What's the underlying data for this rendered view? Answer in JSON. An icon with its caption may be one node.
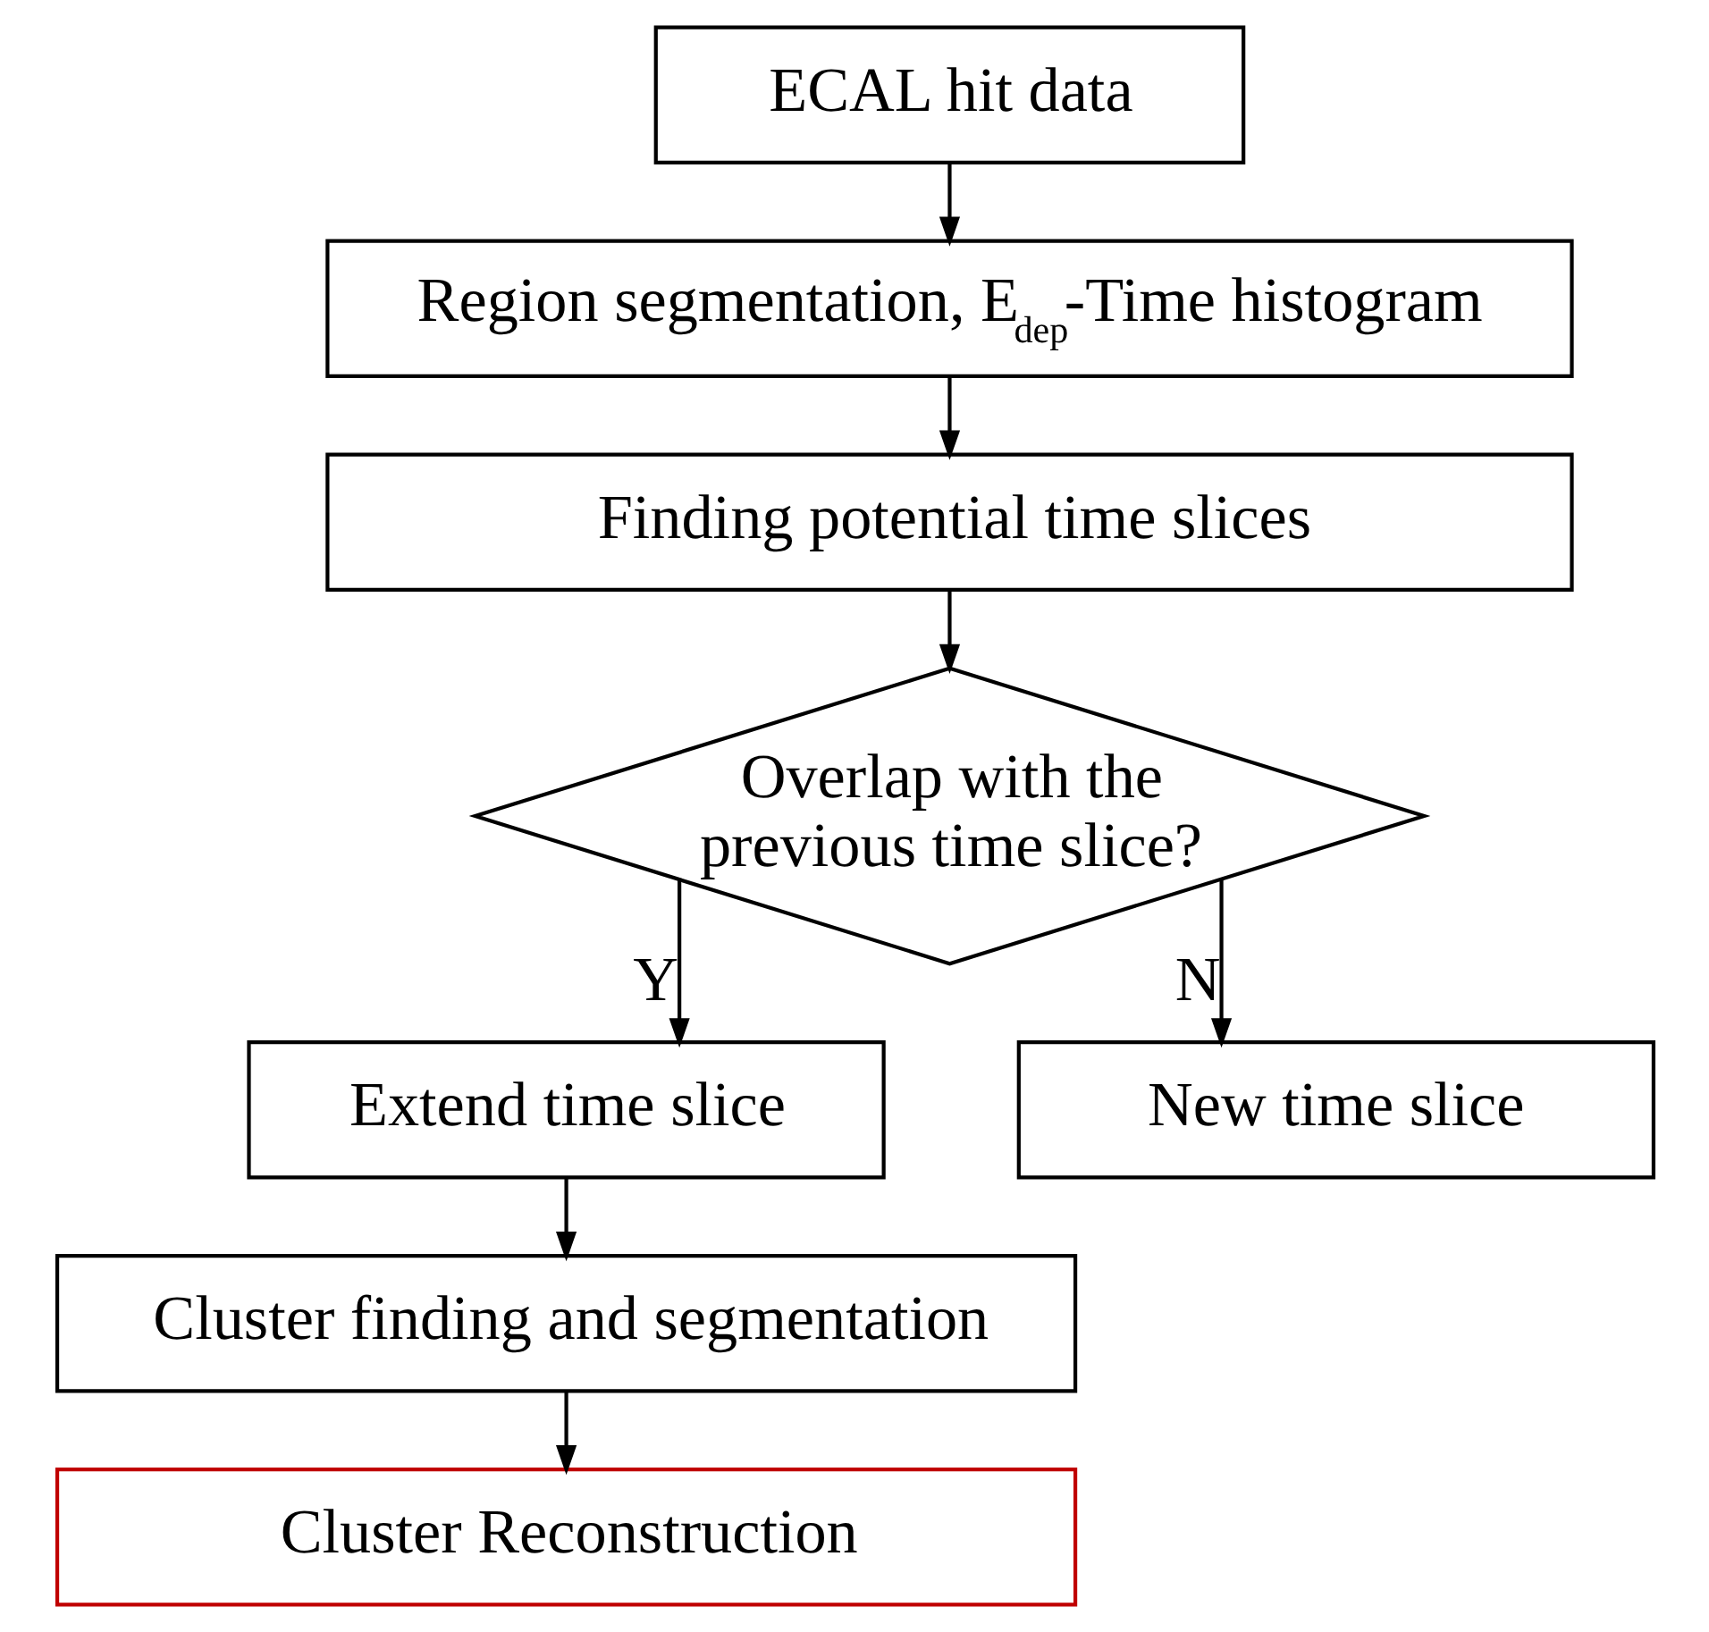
{
  "diagram": {
    "nodes": [
      {
        "text": [
          "ECAL hit data"
        ]
      },
      {
        "text": [
          "Region segmentation, E$_{dep}$-Time histogram"
        ]
      },
      {
        "text": [
          "Finding potential time slices"
        ]
      },
      {
        "text": [
          "Overlap with the previous time slice?"
        ]
      },
      {
        "text": [
          "Extend time slice"
        ]
      },
      {
        "text": [
          "New time slice"
        ]
      },
      {
        "text": [
          "Cluster finding and segmentation"
        ]
      },
      {
        "text": [
          "Cluster Reconstruction"
        ]
      }
    ],
    "edges": [
      {
        "from": 0,
        "to": 1,
        "arrow": "to"
      },
      {
        "from": 1,
        "to": 2,
        "arrow": "to"
      },
      {
        "from": 2,
        "to": 3,
        "arrow": "to"
      },
      {
        "from": 3,
        "to": 4,
        "arrow": "to",
        "label": "Y"
      },
      {
        "from": 3,
        "to": 5,
        "arrow": "to",
        "label": "N"
      },
      {
        "from": 4,
        "to": 6,
        "arrow": "to"
      },
      {
        "from": 6,
        "to": 7,
        "arrow": "to"
      }
    ]
  }
}
